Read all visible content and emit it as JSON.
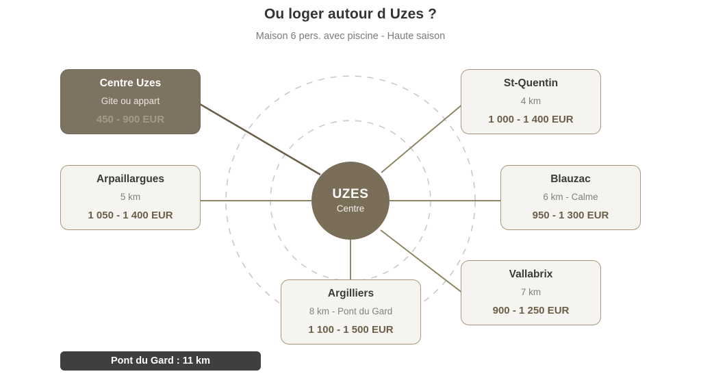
{
  "header": {
    "title": "Ou loger autour d Uzes ?",
    "subtitle": "Maison 6 pers. avec piscine - Haute saison"
  },
  "hub": {
    "name": "UZES",
    "sublabel": "Centre"
  },
  "footnote": {
    "label": "Pont du Gard : 11 km"
  },
  "colors": {
    "background": "#ffffff",
    "hub_fill": "#7a6e58",
    "card_fill": "#f5f4f0",
    "card_border": "#a9967c",
    "highlight_fill": "#7e7260",
    "price_text": "#6b5e48",
    "ring_stroke": "#c9c8d2",
    "link_stroke": "#8d8566",
    "link_stroke_highlight": "#6b5f4b",
    "footnote_fill": "#3f3f3f",
    "title_text": "#343434",
    "subtitle_text": "#7b7b7b"
  },
  "chart_data": {
    "type": "diagram",
    "title": "Ou loger autour d Uzes ?",
    "subtitle": "Maison 6 pers. avec piscine - Haute saison",
    "center": {
      "name": "UZES",
      "sublabel": "Centre"
    },
    "unit": "EUR",
    "nodes": [
      {
        "name": "Centre Uzes",
        "distance": "Gite ou appart",
        "price": "450 - 900 EUR",
        "price_min": 450,
        "price_max": 900,
        "distance_km": 0,
        "highlight": true,
        "position": "top-left"
      },
      {
        "name": "St-Quentin",
        "distance": "4 km",
        "price": "1 000 - 1 400 EUR",
        "price_min": 1000,
        "price_max": 1400,
        "distance_km": 4,
        "highlight": false,
        "position": "top-right"
      },
      {
        "name": "Arpaillargues",
        "distance": "5 km",
        "price": "1 050 - 1 400 EUR",
        "price_min": 1050,
        "price_max": 1400,
        "distance_km": 5,
        "highlight": false,
        "position": "middle-left"
      },
      {
        "name": "Blauzac",
        "distance": "6 km - Calme",
        "price": "950 - 1 300 EUR",
        "price_min": 950,
        "price_max": 1300,
        "distance_km": 6,
        "highlight": false,
        "position": "middle-right"
      },
      {
        "name": "Vallabrix",
        "distance": "7 km",
        "price": "900 - 1 250 EUR",
        "price_min": 900,
        "price_max": 1250,
        "distance_km": 7,
        "highlight": false,
        "position": "bottom-right"
      },
      {
        "name": "Argilliers",
        "distance": "8 km - Pont du Gard",
        "price": "1 100 - 1 500 EUR",
        "price_min": 1100,
        "price_max": 1500,
        "distance_km": 8,
        "highlight": false,
        "position": "bottom-center"
      }
    ],
    "annotation": "Pont du Gard : 11 km",
    "rings": [
      {
        "radius_px": 117,
        "style": "dashed"
      },
      {
        "radius_px": 182,
        "style": "dashed"
      }
    ]
  }
}
